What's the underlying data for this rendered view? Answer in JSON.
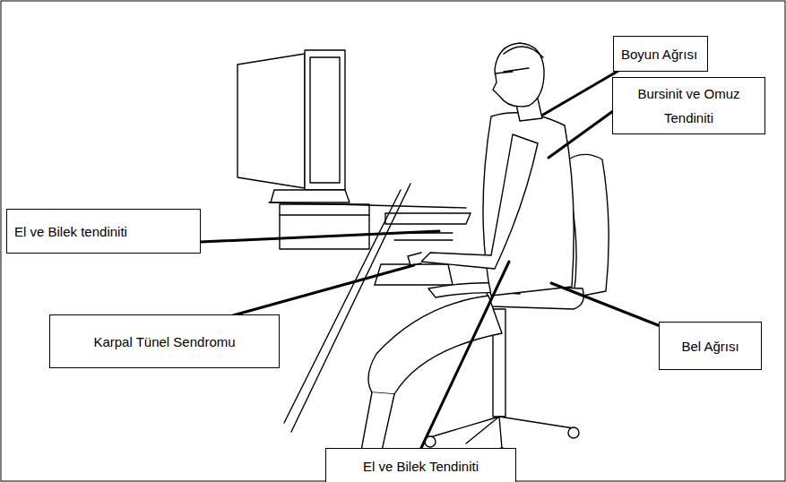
{
  "diagram": {
    "nodes": [
      {
        "text": [
          "Boyun Ağrısı"
        ]
      },
      {
        "text": [
          "Bursinit ve Omuz Tendiniti"
        ]
      },
      {
        "text": [
          "El ve Bilek tendiniti"
        ]
      },
      {
        "text": [
          "Karpal Tünel Sendromu"
        ]
      },
      {
        "text": [
          "Bel Ağrısı"
        ]
      },
      {
        "text": [
          "El ve Bilek Tendiniti"
        ]
      }
    ]
  }
}
